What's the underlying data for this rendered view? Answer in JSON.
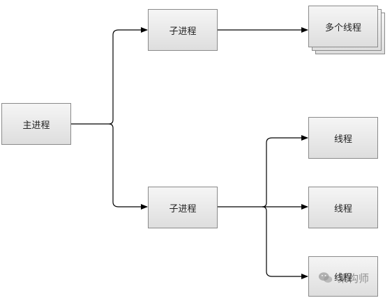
{
  "nodes": {
    "main_process": "主进程",
    "child_process_1": "子进程",
    "child_process_2": "子进程",
    "multi_threads": "多个线程",
    "thread_1": "线程",
    "thread_2": "线程",
    "thread_3": "线程"
  },
  "watermark": {
    "text": "架构师",
    "icon": "wechat-icon"
  },
  "colors": {
    "border": "#8a8a8a",
    "line": "#000000",
    "node_fill_top": "#f5f5f5",
    "node_fill_bottom": "#dedede"
  }
}
